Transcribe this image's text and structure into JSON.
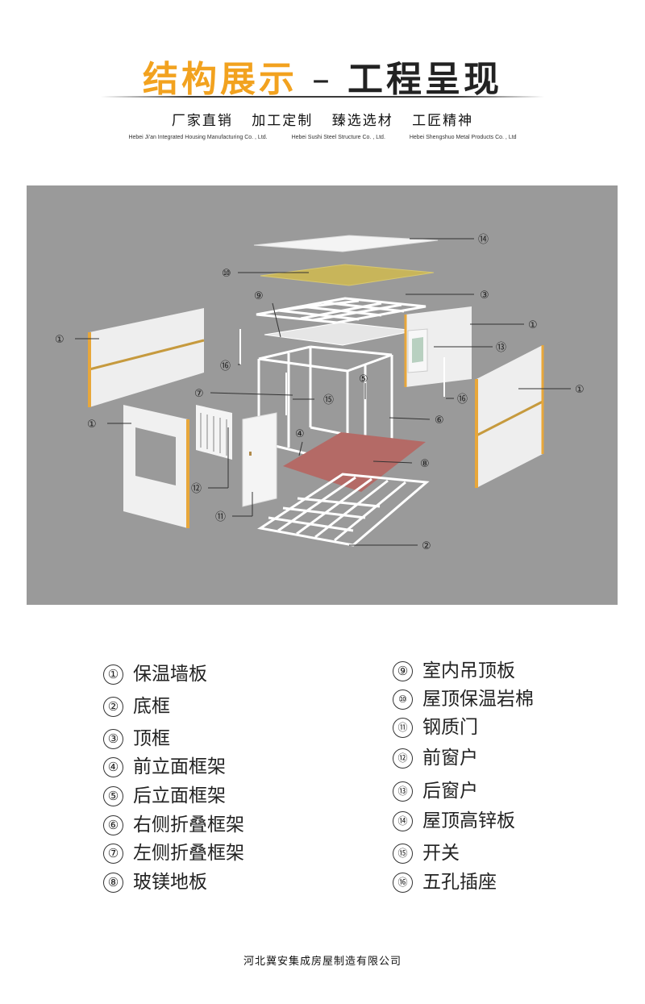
{
  "header": {
    "title_part1": "结构展示",
    "title_sep": "–",
    "title_part2": "工程呈现",
    "slogans": [
      "厂家直销",
      "加工定制",
      "臻选选材",
      "工匠精神"
    ],
    "companies": [
      "Hebei Ji'an Integrated Housing Manufacturing Co. , Ltd.",
      "Hebei Sushi Steel Structure Co. , Ltd.",
      "Hebei Shengshuo Metal Products Co. , Ltd"
    ]
  },
  "diagram": {
    "callouts": [
      "①",
      "②",
      "③",
      "④",
      "⑤",
      "⑥",
      "⑦",
      "⑧",
      "⑨",
      "⑩",
      "⑪",
      "⑫",
      "⑬",
      "⑭",
      "⑮",
      "⑯"
    ]
  },
  "legend": {
    "left": [
      {
        "num": "①",
        "label": "保温墙板"
      },
      {
        "num": "②",
        "label": "底框"
      },
      {
        "num": "③",
        "label": "顶框"
      },
      {
        "num": "④",
        "label": "前立面框架"
      },
      {
        "num": "⑤",
        "label": "后立面框架"
      },
      {
        "num": "⑥",
        "label": "右侧折叠框架"
      },
      {
        "num": "⑦",
        "label": "左侧折叠框架"
      },
      {
        "num": "⑧",
        "label": "玻镁地板"
      }
    ],
    "right": [
      {
        "num": "⑨",
        "label": "室内吊顶板"
      },
      {
        "num": "⑩",
        "label": "屋顶保温岩棉"
      },
      {
        "num": "⑪",
        "label": "钢质门"
      },
      {
        "num": "⑫",
        "label": "前窗户"
      },
      {
        "num": "⑬",
        "label": "后窗户"
      },
      {
        "num": "⑭",
        "label": "屋顶高锌板"
      },
      {
        "num": "⑮",
        "label": "开关"
      },
      {
        "num": "⑯",
        "label": "五孔插座"
      }
    ]
  },
  "footer": {
    "company": "河北冀安集成房屋制造有限公司"
  },
  "colors": {
    "accent": "#f2a21f",
    "diagram_bg": "#9a9a9a",
    "floor": "#b46a66",
    "insulation": "#c8b55a"
  }
}
